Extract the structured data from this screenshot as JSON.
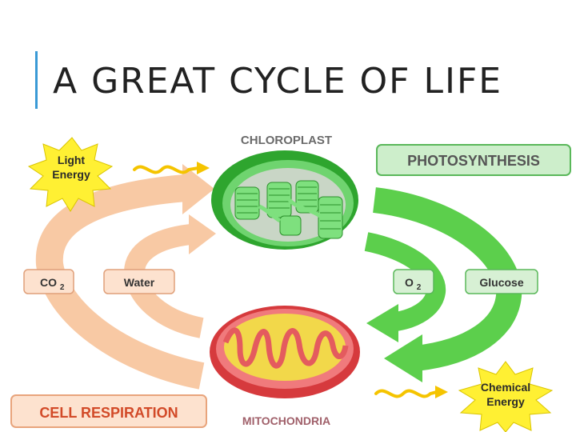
{
  "title": "A GREAT CYCLE OF LIFE",
  "labels": {
    "chloroplast": "CHLOROPLAST",
    "mitochondria": "MITOCHONDRIA",
    "photosynthesis": "PHOTOSYNTHESIS",
    "cell_respiration": "CELL RESPIRATION",
    "light_energy": [
      "Light",
      "Energy"
    ],
    "chemical_energy": [
      "Chemical",
      "Energy"
    ],
    "co2": "CO",
    "co2_sub": "2",
    "water": "Water",
    "o2": "O",
    "o2_sub": "2",
    "glucose": "Glucose"
  },
  "colors": {
    "accent_bar": "#3a9ad6",
    "photosynthesis_green": "#4cc94c",
    "respiration_orange": "#f6c29a",
    "chloroplast_green": "#3fbf3f",
    "mitochondria_red": "#e8474a",
    "star_yellow": "#ffee33"
  }
}
